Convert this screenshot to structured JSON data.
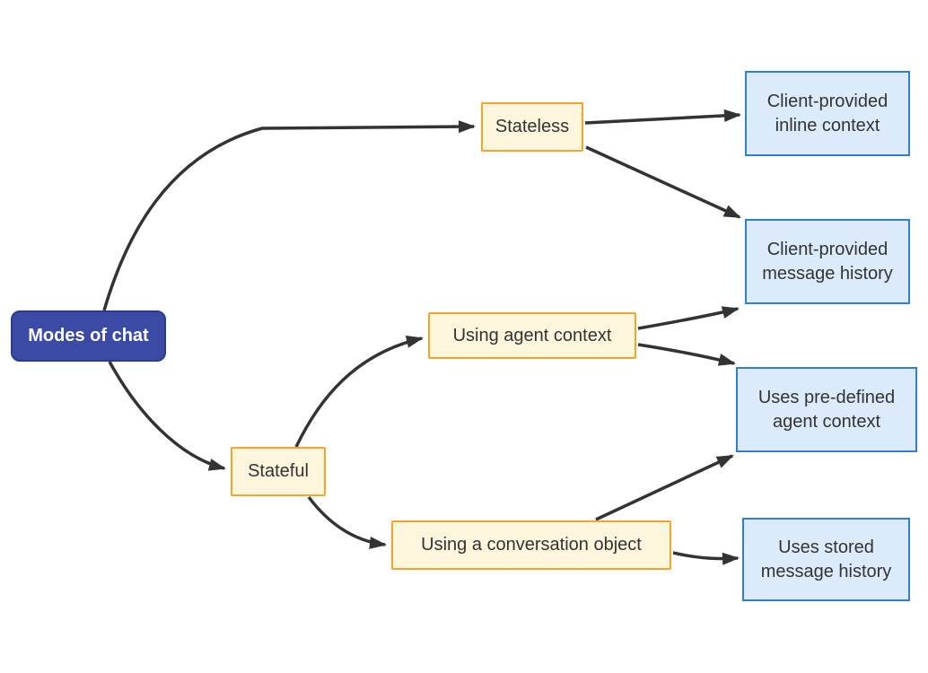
{
  "diagram": {
    "title": "Modes of chat flowchart",
    "nodes": {
      "modes": {
        "label": "Modes of chat",
        "type": "root"
      },
      "stateless": {
        "label": "Stateless",
        "type": "branch"
      },
      "stateful": {
        "label": "Stateful",
        "type": "branch"
      },
      "agent_context": {
        "label": "Using agent context",
        "type": "branch"
      },
      "conversation": {
        "label": "Using a conversation object",
        "type": "branch"
      },
      "inline_context": {
        "label": "Client-provided inline context",
        "type": "leaf"
      },
      "message_history": {
        "label": "Client-provided message history",
        "type": "leaf"
      },
      "predefined_context": {
        "label": "Uses pre-defined agent context",
        "type": "leaf"
      },
      "stored_history": {
        "label": "Uses stored message history",
        "type": "leaf"
      }
    },
    "edges": [
      {
        "from": "modes",
        "to": "stateless"
      },
      {
        "from": "modes",
        "to": "stateful"
      },
      {
        "from": "stateless",
        "to": "inline_context"
      },
      {
        "from": "stateless",
        "to": "message_history"
      },
      {
        "from": "stateful",
        "to": "agent_context"
      },
      {
        "from": "stateful",
        "to": "conversation"
      },
      {
        "from": "agent_context",
        "to": "message_history"
      },
      {
        "from": "agent_context",
        "to": "predefined_context"
      },
      {
        "from": "conversation",
        "to": "predefined_context"
      },
      {
        "from": "conversation",
        "to": "stored_history"
      }
    ],
    "colors": {
      "root_fill": "#3b4ba5",
      "root_border": "#2a3a8c",
      "root_text": "#ffffff",
      "branch_fill": "#fdf5dc",
      "branch_border": "#f5a42a",
      "leaf_fill": "#dcebfb",
      "leaf_border": "#2f7ed3",
      "edge": "#333333",
      "text": "#333333"
    }
  }
}
